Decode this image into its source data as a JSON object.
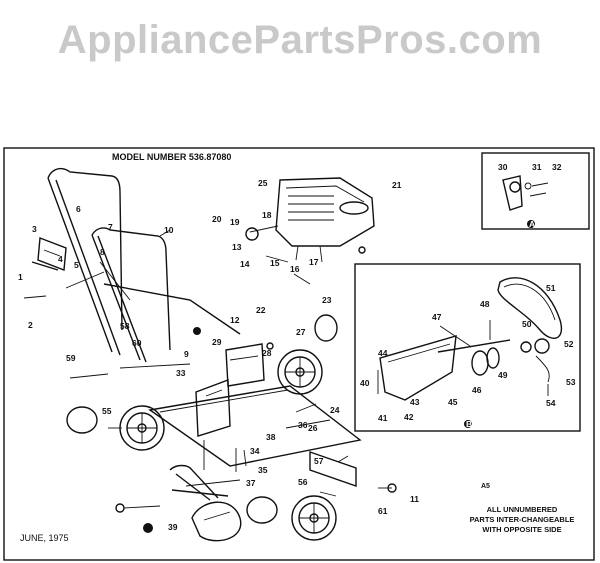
{
  "watermark": "AppliancePartsPros.com",
  "model_label": "MODEL NUMBER 536.87080",
  "date": "JUNE, 1975",
  "note_lines": [
    "ALL UNNUMBERED",
    "PARTS INTER-CHANGEABLE",
    "WITH OPPOSITE SIDE"
  ],
  "note_code": "A5",
  "callout_a": "A",
  "callout_b": "B",
  "part_labels": [
    "1",
    "2",
    "3",
    "4",
    "5",
    "6",
    "7",
    "8",
    "9",
    "10",
    "11",
    "12",
    "13",
    "14",
    "15",
    "16",
    "17",
    "18",
    "19",
    "20",
    "21",
    "22",
    "23",
    "24",
    "25",
    "26",
    "27",
    "28",
    "29",
    "30",
    "31",
    "32",
    "33",
    "34",
    "35",
    "36",
    "37",
    "38",
    "39",
    "40",
    "41",
    "42",
    "43",
    "44",
    "45",
    "46",
    "47",
    "48",
    "49",
    "50",
    "51",
    "52",
    "53",
    "54",
    "55",
    "56",
    "57",
    "58",
    "59",
    "60",
    "61"
  ]
}
